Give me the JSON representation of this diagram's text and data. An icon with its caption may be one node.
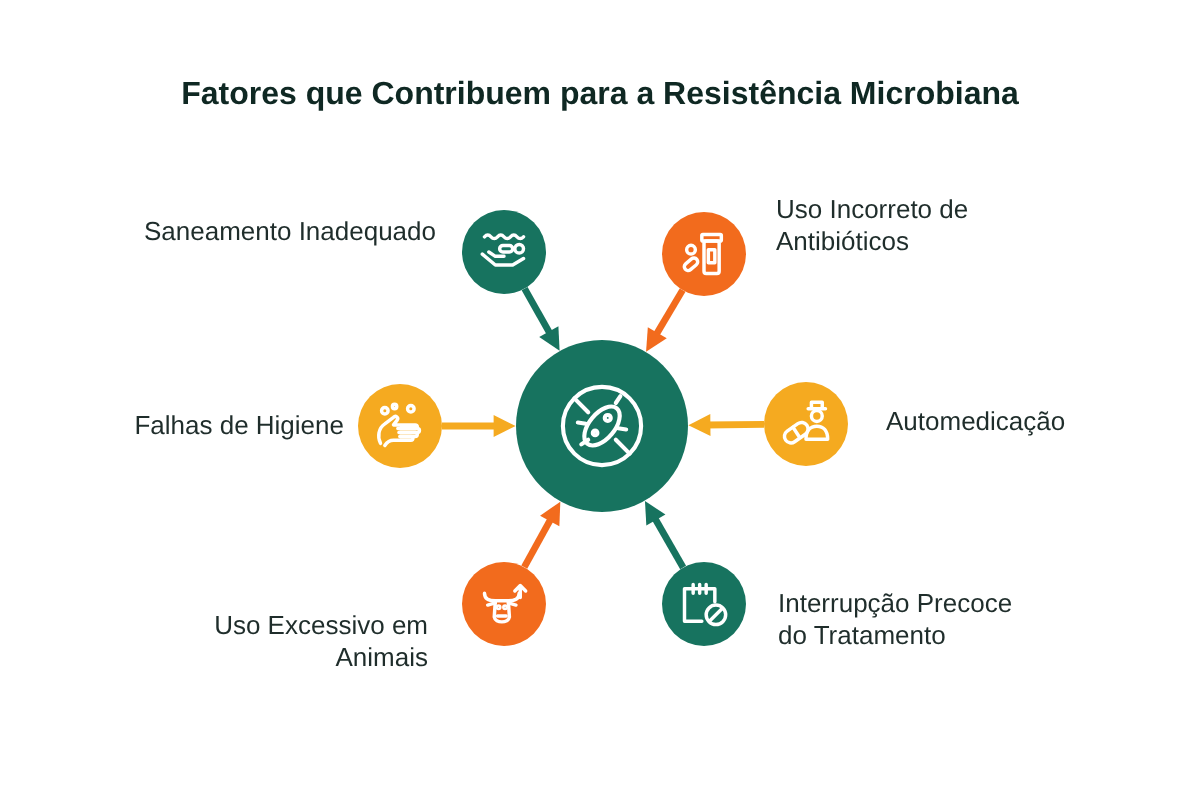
{
  "diagram": {
    "title": "Fatores que Contribuem para a Resistência Microbiana",
    "nodes": [
      {
        "text": [
          "Saneamento Inadequado"
        ]
      },
      {
        "text": [
          "Uso Incorreto de Antibióticos"
        ]
      },
      {
        "text": [
          "Falhas de Higiene"
        ]
      },
      {
        "text": [],
        "shape": "circle"
      },
      {
        "text": [
          "Automedicação"
        ]
      },
      {
        "text": [
          "Uso Excessivo em Animais"
        ]
      },
      {
        "text": [
          "Interrupção Precoce do Tratamento"
        ]
      }
    ],
    "edges": [
      {
        "from": 0,
        "to": 3,
        "arrow": "to",
        "color": "#17735f"
      },
      {
        "from": 1,
        "to": 3,
        "arrow": "to",
        "color": "#f26b1d"
      },
      {
        "from": 2,
        "to": 3,
        "arrow": "to",
        "color": "#f5aa20"
      },
      {
        "from": 4,
        "to": 3,
        "arrow": "to",
        "color": "#f5aa20"
      },
      {
        "from": 5,
        "to": 3,
        "arrow": "to",
        "color": "#f26b1d"
      },
      {
        "from": 6,
        "to": 3,
        "arrow": "to",
        "color": "#17735f"
      }
    ]
  }
}
